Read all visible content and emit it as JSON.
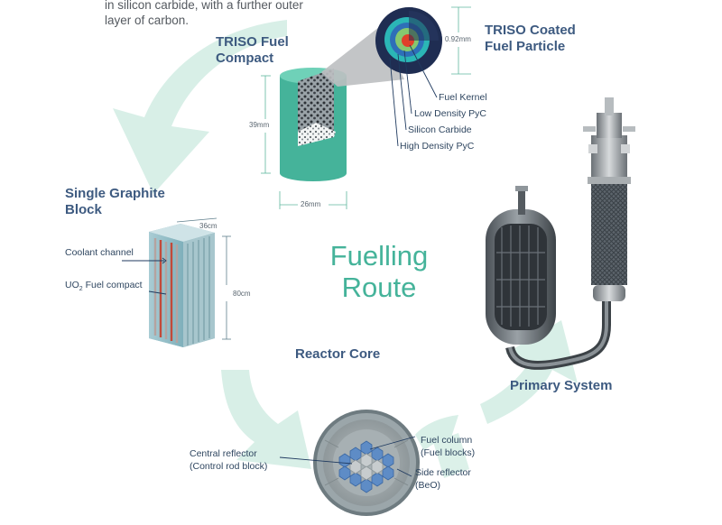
{
  "intro": {
    "line1": "in silicon carbide, with a further outer",
    "line2": "layer of carbon."
  },
  "center_title": {
    "line1": "Fuelling",
    "line2": "Route"
  },
  "triso_particle": {
    "title_line1": "TRISO Coated",
    "title_line2": "Fuel Particle",
    "diameter": "0.92mm",
    "layers": [
      "Fuel Kernel",
      "Low Density PyC",
      "Silicon Carbide",
      "High Density PyC"
    ]
  },
  "fuel_compact": {
    "title_line1": "TRISO Fuel",
    "title_line2": "Compact",
    "height": "39mm",
    "width": "26mm"
  },
  "graphite_block": {
    "title_line1": "Single Graphite",
    "title_line2": "Block",
    "width": "36cm",
    "height": "80cm",
    "coolant_label": "Coolant channel",
    "fuel_label_prefix": "UO",
    "fuel_label_sub": "2",
    "fuel_label_suffix": " Fuel compact"
  },
  "reactor_core": {
    "title": "Reactor Core",
    "central_reflector_line1": "Central reflector",
    "central_reflector_line2": "(Control rod block)",
    "fuel_column_line1": "Fuel column",
    "fuel_column_line2": "(Fuel blocks)",
    "side_reflector_line1": "Side reflector",
    "side_reflector_line2": "(BeO)"
  },
  "primary_system": {
    "title": "Primary System"
  },
  "colors": {
    "arrow": "#d8efe7",
    "accent": "#45b39a",
    "heading": "#3d5a80"
  }
}
